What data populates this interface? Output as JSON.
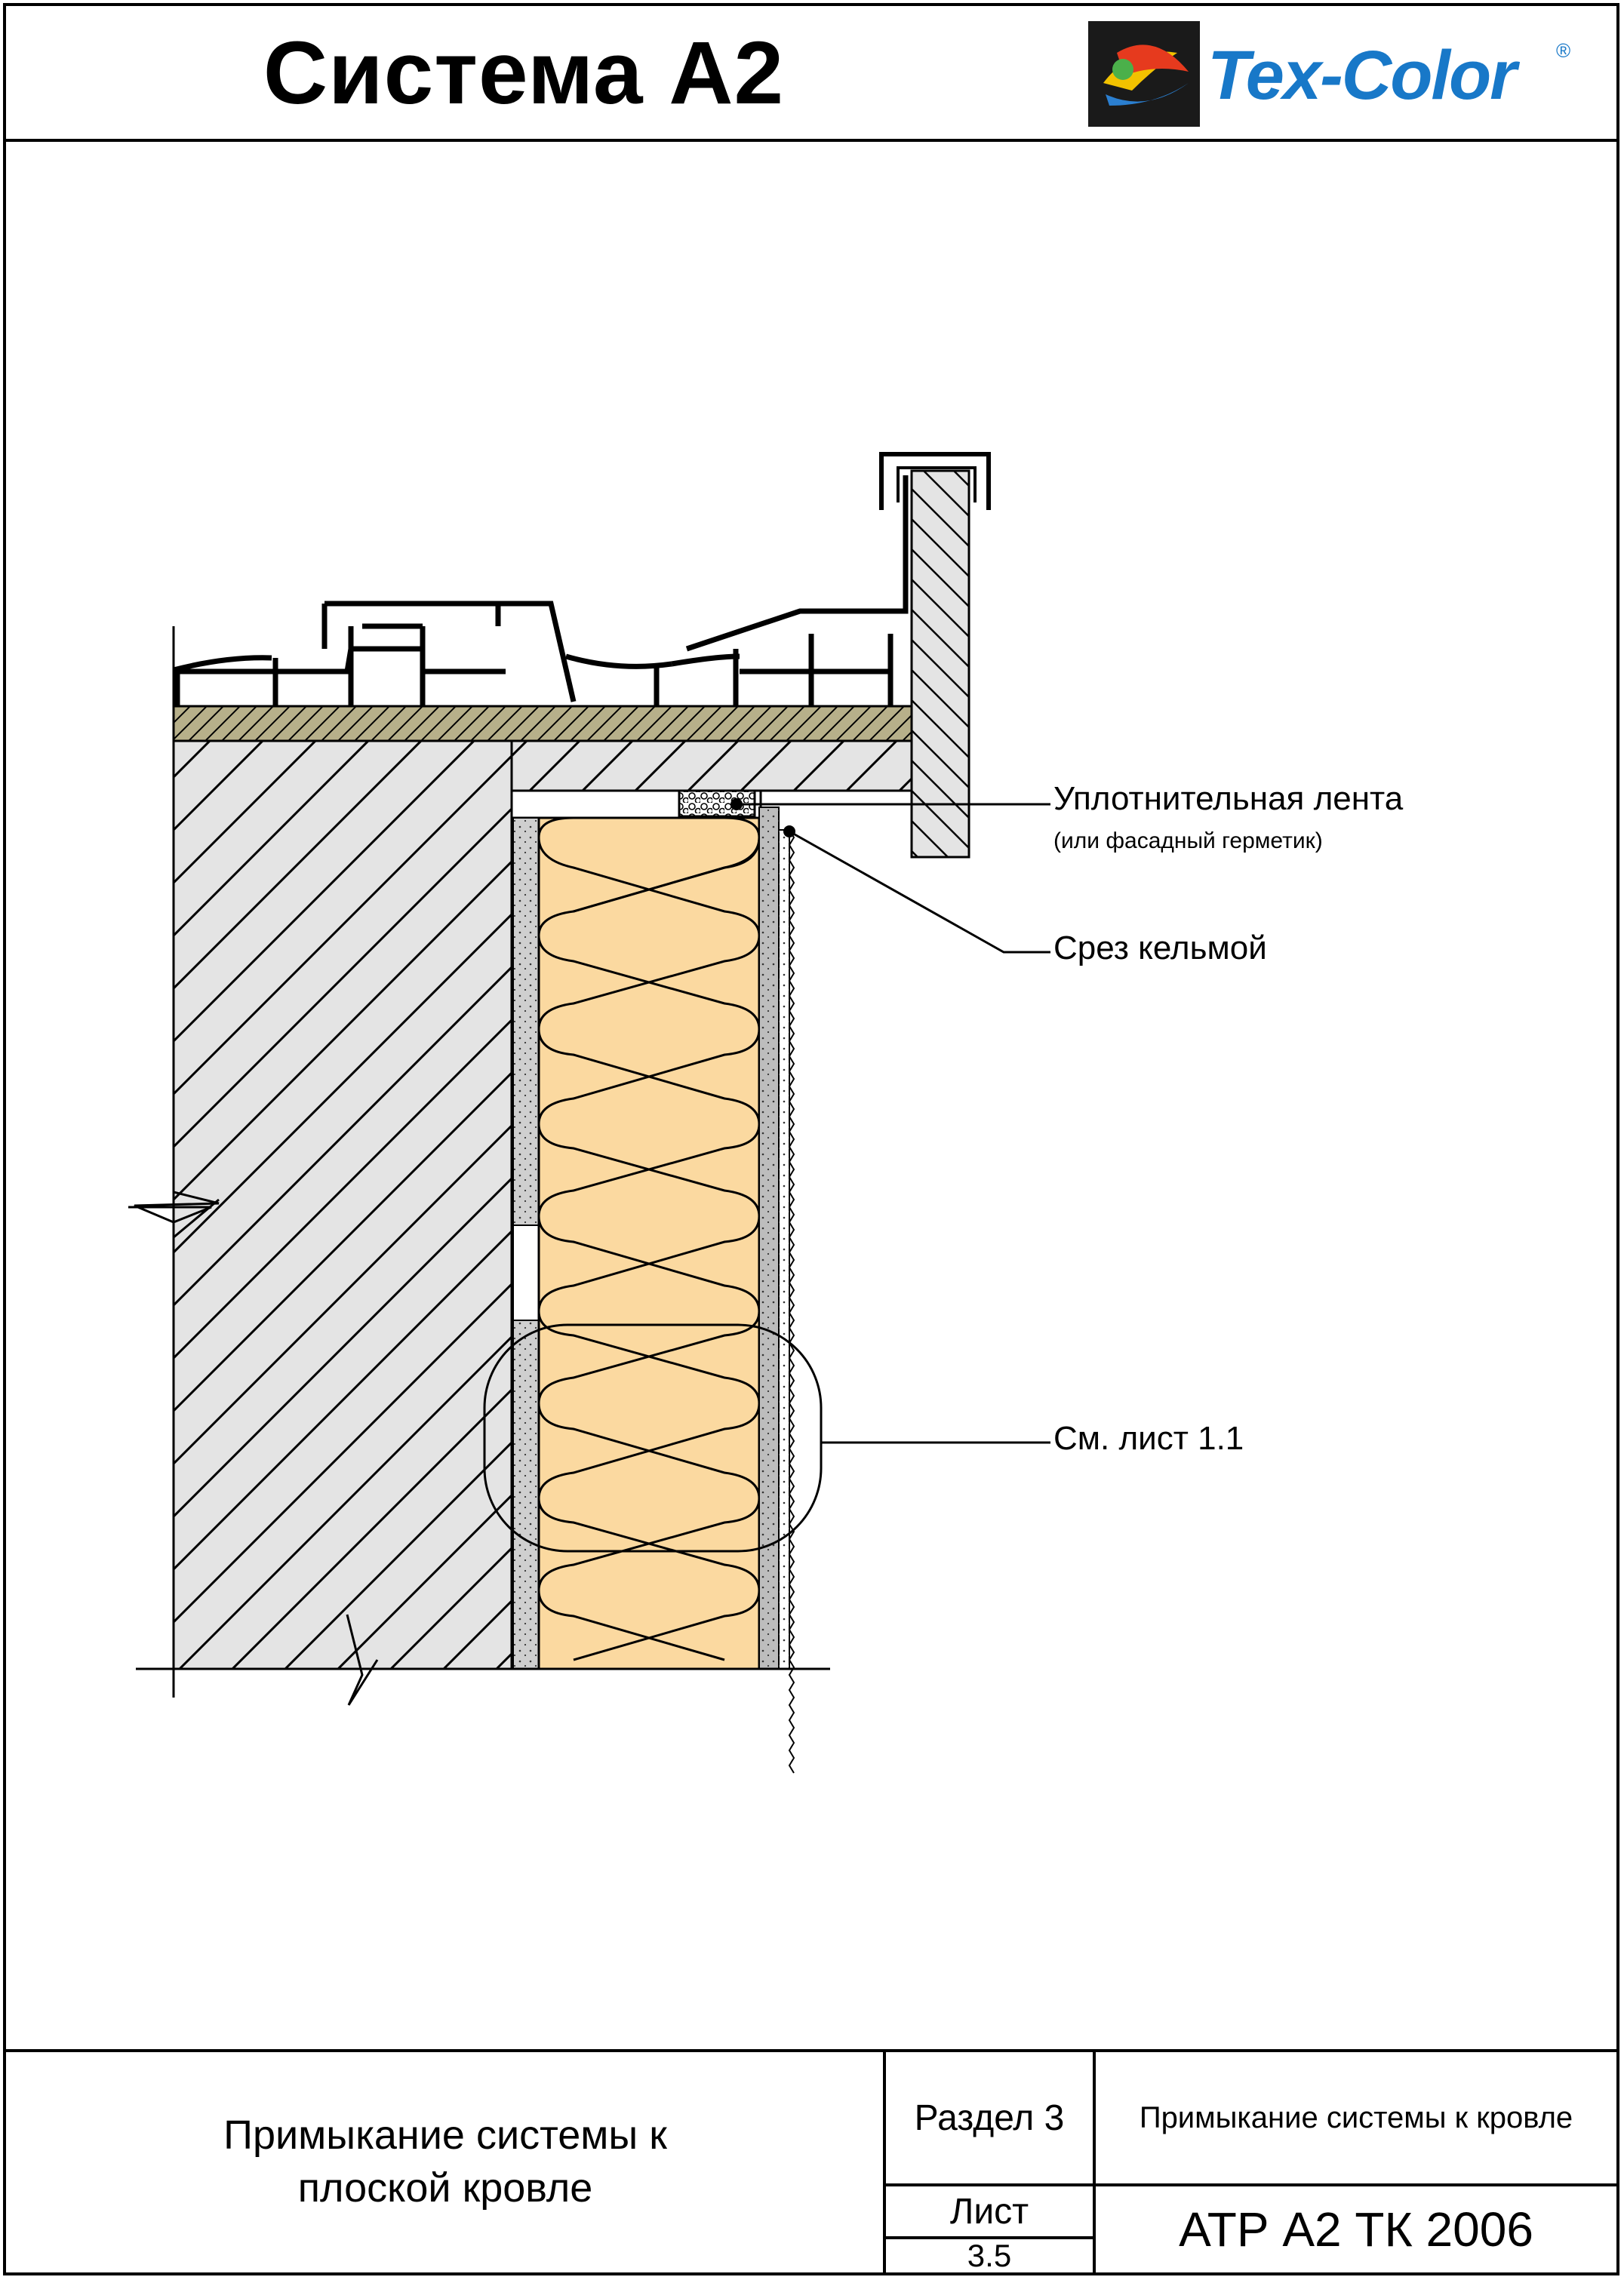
{
  "header": {
    "title": "Система А2",
    "logo_text": "Tex-Color",
    "logo_reg": "®"
  },
  "callouts": {
    "sealing_tape": "Уплотнительная лента",
    "sealing_tape_note": "(или фасадный герметик)",
    "trowel_cut": "Срез кельмой",
    "see_sheet": "См. лист 1.1"
  },
  "title_block": {
    "description": "Примыкание системы к плоской кровле",
    "section": "Раздел 3",
    "section_title": "Примыкание системы к кровле",
    "sheet_label": "Лист",
    "sheet_number": "3.5",
    "code": "АТР А2 ТК 2006"
  },
  "colors": {
    "insulation": "#fbd9a0",
    "membrane": "#b7b08a",
    "concrete": "#e3e3e3",
    "plaster": "#c8c8c8",
    "logo_blue": "#1878c8"
  }
}
